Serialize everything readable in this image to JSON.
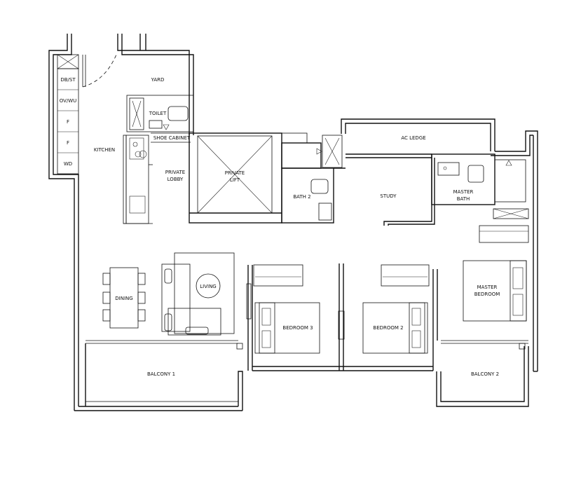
{
  "rooms": {
    "yard": "YARD",
    "toilet": "TOILET",
    "shoe_cabinet": "SHOE CABINET",
    "kitchen": "KITCHEN",
    "private_lobby_line1": "PRIVATE",
    "private_lobby_line2": "LOBBY",
    "private_lift_line1": "PRIVATE",
    "private_lift_line2": "LIFT",
    "bath2": "BATH 2",
    "ac_ledge": "AC LEDGE",
    "study": "STUDY",
    "master_bath_line1": "MASTER",
    "master_bath_line2": "BATH",
    "living": "LIVING",
    "dining": "DINING",
    "bedroom3": "BEDROOM 3",
    "bedroom2": "BEDROOM 2",
    "master_bedroom_line1": "MASTER",
    "master_bedroom_line2": "BEDROOM",
    "balcony1": "BALCONY 1",
    "balcony2": "BALCONY 2"
  },
  "utility_column": [
    "DB/ST",
    "OV/WU",
    "F",
    "F",
    "WD"
  ]
}
